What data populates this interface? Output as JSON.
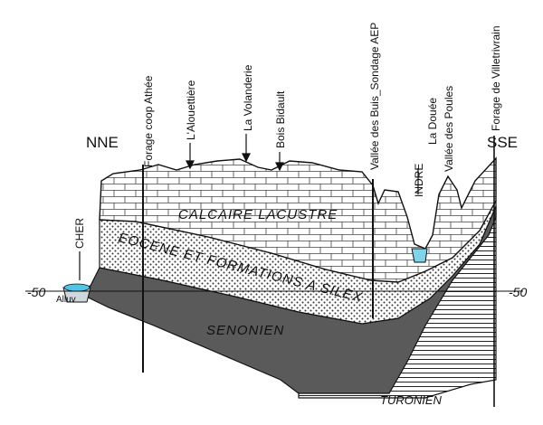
{
  "orientation": {
    "left": "NNE",
    "right": "SSE"
  },
  "depth_marker": {
    "left": "-50",
    "right": "-50"
  },
  "layers": {
    "calcaire": "CALCAIRE LACUSTRE",
    "eocene": "EOCENE ET FORMATIONS A SILEX",
    "senonien": "SENONIEN",
    "turonien": "TURONIEN"
  },
  "rivers": {
    "cher": "CHER",
    "alluvium": "Alluv",
    "indre": "INDRE"
  },
  "locations": [
    "Forage coop Athée",
    "L'Alouettière",
    "La Volanderie",
    "Bois Bidault",
    "Vallée des Buis_Sondage AEP",
    "La Douée",
    "Vallée des Poules",
    "Forage de Villetrivrain"
  ]
}
